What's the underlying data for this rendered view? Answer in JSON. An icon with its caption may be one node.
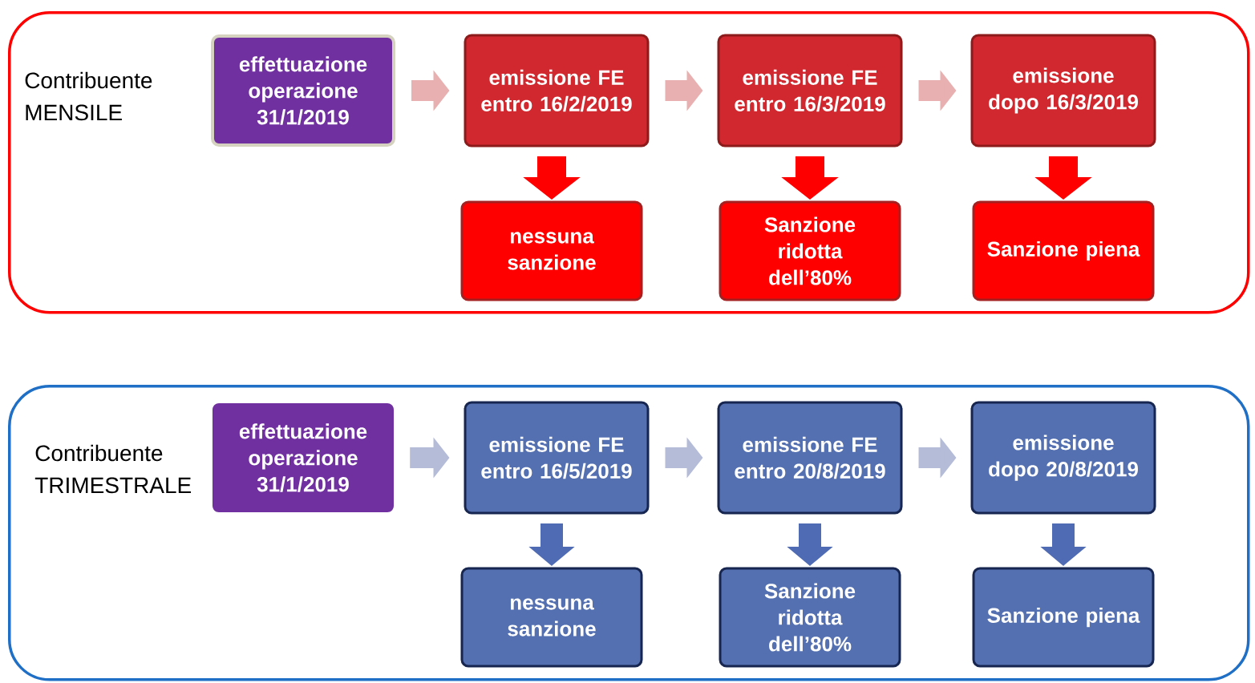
{
  "diagram": {
    "nodes": [
      {
        "text": [
          "Contribuente MENSILE"
        ]
      },
      {
        "text": [
          "effettuazione operazione 31/1/2019"
        ],
        "in": 0
      },
      {
        "text": [
          "emissione FE entro 16/2/2019"
        ],
        "in": 0
      },
      {
        "text": [
          "emissione FE entro 16/3/2019"
        ],
        "in": 0
      },
      {
        "text": [
          "emissione dopo 16/3/2019"
        ],
        "in": 0
      },
      {
        "text": [
          "nessuna sanzione"
        ],
        "in": 0
      },
      {
        "text": [
          "Sanzione ridotta dell’80%"
        ],
        "in": 0
      },
      {
        "text": [
          "Sanzione piena"
        ],
        "in": 0
      },
      {
        "text": [
          "Contribuente TRIMESTRALE"
        ]
      },
      {
        "text": [
          "effettuazione operazione 31/1/2019"
        ],
        "in": 8
      },
      {
        "text": [
          "emissione FE entro 16/5/2019"
        ],
        "in": 8
      },
      {
        "text": [
          "emissione FE entro 20/8/2019"
        ],
        "in": 8
      },
      {
        "text": [
          "emissione dopo 20/8/2019"
        ],
        "in": 8
      },
      {
        "text": [
          "nessuna sanzione"
        ],
        "in": 8
      },
      {
        "text": [
          "Sanzione ridotta dell’80%"
        ],
        "in": 8
      },
      {
        "text": [
          "Sanzione piena"
        ],
        "in": 8
      }
    ],
    "edges": [
      {
        "from": 1,
        "to": 2,
        "arrow": "to",
        "color": "#e8b0b0"
      },
      {
        "from": 2,
        "to": 3,
        "arrow": "to",
        "color": "#e8b0b0"
      },
      {
        "from": 3,
        "to": 4,
        "arrow": "to",
        "color": "#e8b0b0"
      },
      {
        "from": 2,
        "to": 5,
        "arrow": "to",
        "color": "#ff0000"
      },
      {
        "from": 3,
        "to": 6,
        "arrow": "to",
        "color": "#ff0000"
      },
      {
        "from": 4,
        "to": 7,
        "arrow": "to",
        "color": "#ff0000"
      },
      {
        "from": 9,
        "to": 10,
        "arrow": "to",
        "color": "#b4bcd8"
      },
      {
        "from": 10,
        "to": 11,
        "arrow": "to",
        "color": "#b4bcd8"
      },
      {
        "from": 11,
        "to": 12,
        "arrow": "to",
        "color": "#b4bcd8"
      },
      {
        "from": 10,
        "to": 13,
        "arrow": "to",
        "color": "#4f6bb3"
      },
      {
        "from": 11,
        "to": 14,
        "arrow": "to",
        "color": "#4f6bb3"
      },
      {
        "from": 12,
        "to": 15,
        "arrow": "to",
        "color": "#4f6bb3"
      }
    ]
  }
}
